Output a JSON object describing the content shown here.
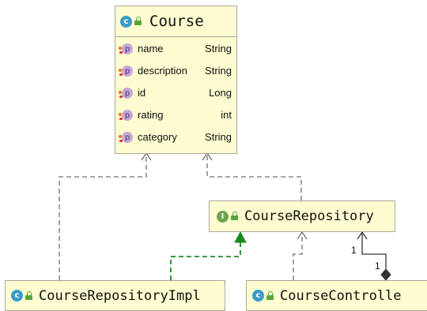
{
  "classes": {
    "course": {
      "name": "Course",
      "kind_badge": "c",
      "fields": [
        {
          "name": "name",
          "type": "String"
        },
        {
          "name": "description",
          "type": "String"
        },
        {
          "name": "id",
          "type": "Long"
        },
        {
          "name": "rating",
          "type": "int"
        },
        {
          "name": "category",
          "type": "String"
        }
      ]
    },
    "course_repository": {
      "name": "CourseRepository",
      "kind_badge": "I"
    },
    "course_repository_impl": {
      "name": "CourseRepositoryImpl",
      "kind_badge": "c"
    },
    "course_controller": {
      "name": "CourseControlle",
      "kind_badge": "c"
    }
  },
  "field_badge": "p",
  "association": {
    "source_multiplicity": "1",
    "target_multiplicity": "1"
  },
  "colors": {
    "node_fill": "#fefcd0",
    "node_border": "#a9a89a",
    "dependency_line": "#707070",
    "realization_line": "#1b8a1b",
    "class_badge": "#3a9bc9",
    "interface_badge": "#6da34a",
    "property_badge": "#c6a7d6",
    "association_line": "#333333"
  }
}
